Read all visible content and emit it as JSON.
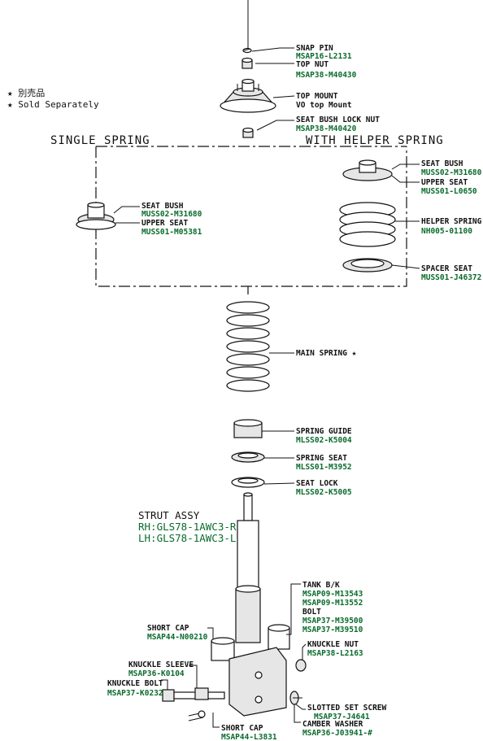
{
  "legend": {
    "line1": "★ 別売品",
    "line2": "★ Sold Separately"
  },
  "headers": {
    "single_spring": "SINGLE SPRING",
    "with_helper_spring": "WITH HELPER SPRING"
  },
  "strut_assy": {
    "title": "STRUT ASSY",
    "rh": "RH:GLS78-1AWC3-R",
    "lh": "LH:GLS78-1AWC3-L"
  },
  "parts": {
    "snap_pin": {
      "name": "SNAP PIN",
      "num": "MSAP16-L2131"
    },
    "top_nut": {
      "name": "TOP NUT",
      "num": "MSAP38-M40430"
    },
    "top_mount": {
      "name": "TOP MOUNT",
      "num": "VO top Mount"
    },
    "seat_bush_lock_nut": {
      "name": "SEAT BUSH LOCK NUT",
      "num": "MSAP38-M40420"
    },
    "seat_bush_single": {
      "name": "SEAT BUSH",
      "num": "MUSS02-M31680"
    },
    "upper_seat_single": {
      "name": "UPPER SEAT",
      "num": "MUSS01-M05381"
    },
    "seat_bush_helper": {
      "name": "SEAT BUSH",
      "num": "MUSS02-M31680"
    },
    "upper_seat_helper": {
      "name": "UPPER SEAT",
      "num": "MUSS01-L0650"
    },
    "helper_spring": {
      "name": "HELPER SPRING",
      "num": "NH005-01100"
    },
    "spacer_seat": {
      "name": "SPACER SEAT",
      "num": "MUSS01-J46372"
    },
    "main_spring": {
      "name": "MAIN SPRING ★"
    },
    "spring_guide": {
      "name": "SPRING GUIDE",
      "num": "MLSS02-K5004"
    },
    "spring_seat": {
      "name": "SPRING SEAT",
      "num": "MLSS01-M3952"
    },
    "seat_lock": {
      "name": "SEAT LOCK",
      "num": "MLSS02-K5005"
    },
    "tank_bk": {
      "name": "TANK B/K",
      "num1": "MSAP09-M13543",
      "num2": "MSAP09-M13552",
      "bolt": "BOLT",
      "num3": "MSAP37-M39500",
      "num4": "MSAP37-M39510"
    },
    "short_cap_upper": {
      "name": "SHORT CAP",
      "num": "MSAP44-N00210"
    },
    "knuckle_nut": {
      "name": "KNUCKLE NUT",
      "num": "MSAP38-L2163"
    },
    "knuckle_sleeve": {
      "name": "KNUCKLE SLEEVE",
      "num": "MSAP36-K0104"
    },
    "knuckle_bolt": {
      "name": "KNUCKLE BOLT",
      "num": "MSAP37-K0232"
    },
    "slotted_set_screw": {
      "name": "SLOTTED SET SCREW",
      "num": "MSAP37-J4641"
    },
    "camber_washer": {
      "name": "CAMBER WASHER",
      "num": "MSAP36-J03941-#"
    },
    "short_cap_lower": {
      "name": "SHORT CAP",
      "num": "MSAP44-L3831"
    }
  },
  "colors": {
    "part_number": "#0a6b2c",
    "line": "#111111",
    "background": "#ffffff"
  }
}
